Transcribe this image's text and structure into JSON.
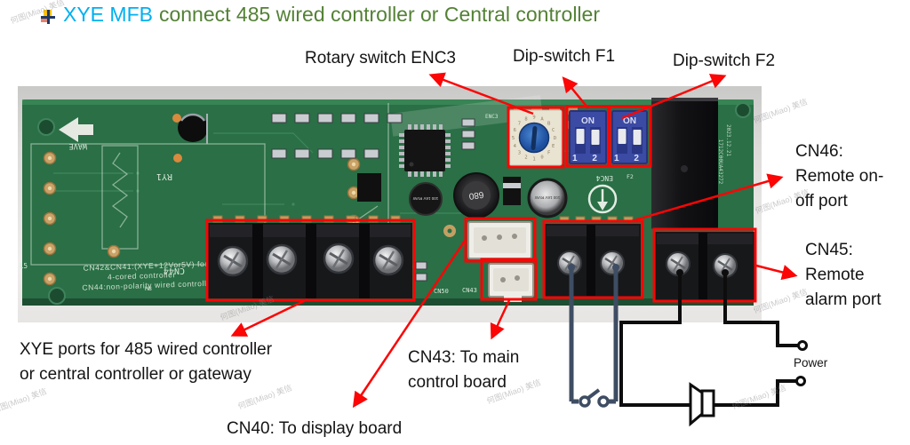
{
  "title": {
    "highlight": "XYE MFB",
    "rest": "connect 485 wired controller or Central controller"
  },
  "annotations": {
    "rotary": "Rotary switch ENC3",
    "dip_f1": "Dip-switch F1",
    "dip_f2": "Dip-switch F2",
    "cn46": "CN46:\nRemote on-\noff port",
    "cn45": "CN45:\nRemote\nalarm port",
    "xye": "XYE ports for 485 wired controller\nor central controller or gateway",
    "cn43": "CN43: To main\ncontrol board",
    "cn40": "CN40: To display board",
    "power": "Power"
  },
  "board": {
    "silkscreen": {
      "wave": "WAVE",
      "ry1": "RY1",
      "l5": "L5",
      "hb": "HB",
      "cn44": "CN44",
      "note_line1": "CN42&CN41:(XYE+12Vor5V) for",
      "note_line2": "4-cored controller",
      "note_line3": "CN44:non-polarity wired controller",
      "enc3": "ENC3",
      "enc4": "ENC4",
      "f2": "F2",
      "cn50": "CN50",
      "cn43": "CN43",
      "serial": "1712C00UA43272",
      "date": "2023.12.21"
    },
    "components": {
      "inductor_value": "680",
      "cap_value": "100 16V RVW",
      "dip_on": "ON",
      "dip_pins": "1 2",
      "rotary_digits": "0123456789ABCDEF"
    }
  },
  "watermark": {
    "text": "何图(Miao) 美信"
  },
  "colors": {
    "title_highlight": "#00B0F0",
    "title_rest": "#538135",
    "annotation_red": "#FB0505",
    "remote_wire": "#3E4D63",
    "alarm_wire": "#0D0D0D",
    "pcb_green": "#2A6F46",
    "dip_blue": "#3B4AA3"
  }
}
